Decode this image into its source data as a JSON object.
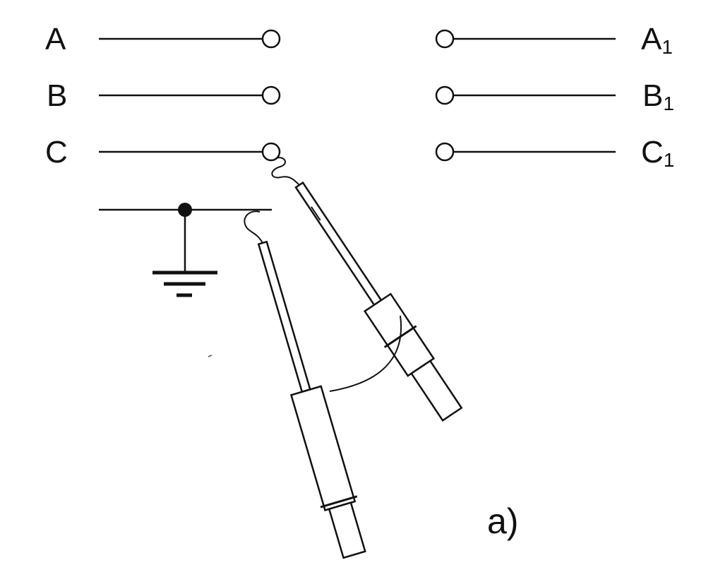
{
  "labels": {
    "left": [
      "A",
      "B",
      "C"
    ],
    "right_base": [
      "A",
      "B",
      "C"
    ],
    "right_sub": "1",
    "caption": "a)"
  },
  "colors": {
    "ink": "#111111",
    "background": "#ffffff"
  },
  "icons": [
    "ground-icon",
    "clamp-hook-icon",
    "junction-dot-icon"
  ]
}
